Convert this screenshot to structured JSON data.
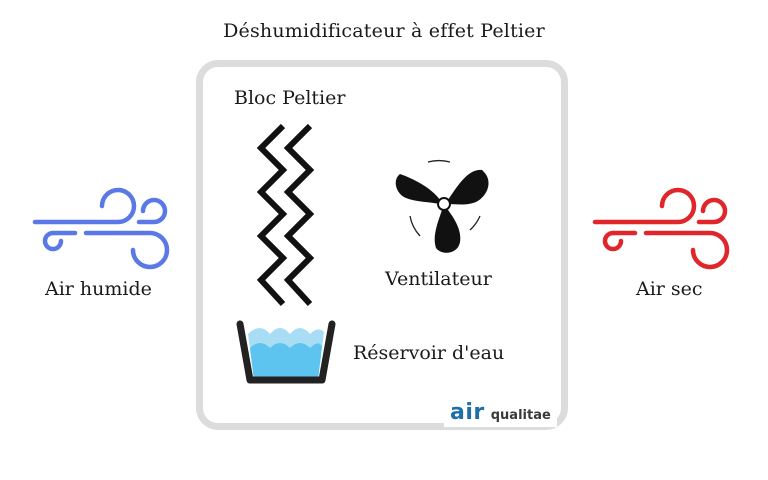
{
  "title": "Déshumidificateur à effet Peltier",
  "left": {
    "label": "Air humide",
    "icon": "wind-icon",
    "color": "#5a78e6"
  },
  "right": {
    "label": "Air sec",
    "icon": "wind-icon",
    "color": "#e0262a"
  },
  "box": {
    "border_color": "#dcdcdc",
    "peltier": {
      "label": "Bloc Peltier",
      "icon": "zigzag-heat-icon"
    },
    "fan": {
      "label": "Ventilateur",
      "icon": "fan-icon"
    },
    "tank": {
      "label": "Réservoir d'eau",
      "icon": "water-tank-icon",
      "water_light": "#a8ddf5",
      "water_dark": "#5cc4ef"
    }
  },
  "logo": {
    "brand": "air",
    "suffix": "qualitae",
    "color": "#1f6fa8"
  }
}
